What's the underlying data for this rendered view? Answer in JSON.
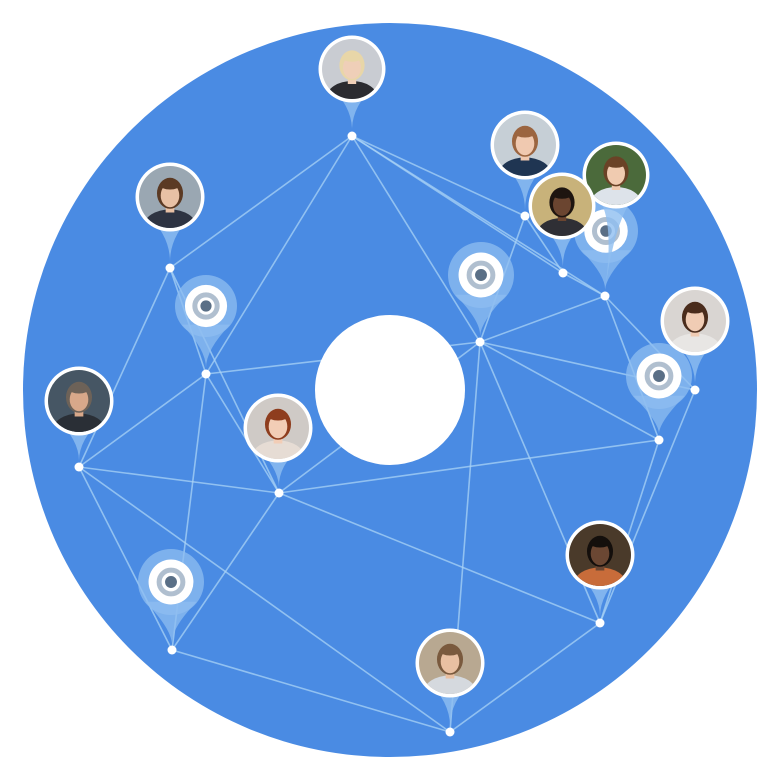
{
  "colors": {
    "disc": "#4a8be3",
    "line": "#a9d3f5",
    "node": "#ffffff",
    "pin_pale": "#8fbef0",
    "pin_ring": "#ffffff",
    "hole": "#ffffff"
  },
  "avatars": [
    {
      "id": "a1",
      "icon": "person-avatar-blonde-woman",
      "bg": "#c9ccd2",
      "skin": "#efcfb8",
      "hair": "#e8d6a8",
      "shirt": "#2b2b30"
    },
    {
      "id": "a2",
      "icon": "person-avatar-man-suit",
      "bg": "#9aa7b2",
      "skin": "#e8c1a5",
      "hair": "#5b3a24",
      "shirt": "#2e3442"
    },
    {
      "id": "a3",
      "icon": "person-avatar-woman-brown-hair",
      "bg": "#c6cfd6",
      "skin": "#f0c9b0",
      "hair": "#9b6540",
      "shirt": "#1f3552"
    },
    {
      "id": "a4",
      "icon": "person-avatar-man-beard",
      "bg": "#4b6a3b",
      "skin": "#f0cbb0",
      "hair": "#6a4226",
      "shirt": "#dde3ea"
    },
    {
      "id": "a5",
      "icon": "person-avatar-man-smiling",
      "bg": "#c8b27a",
      "skin": "#6b4530",
      "hair": "#1e1510",
      "shirt": "#2f2f35"
    },
    {
      "id": "a6",
      "icon": "person-avatar-woman-smiling",
      "bg": "#d9d5d2",
      "skin": "#f0ccb4",
      "hair": "#4a2c1c",
      "shirt": "#e8e6e4"
    },
    {
      "id": "a7",
      "icon": "person-avatar-older-man",
      "bg": "#465664",
      "skin": "#d8a88a",
      "hair": "#6d6258",
      "shirt": "#2a2f36"
    },
    {
      "id": "a8",
      "icon": "person-avatar-redhead-woman",
      "bg": "#cfcac6",
      "skin": "#f2cdb6",
      "hair": "#8e3d1e",
      "shirt": "#e6dcd4"
    },
    {
      "id": "a9",
      "icon": "person-avatar-woman-glasses",
      "bg": "#4a3a2a",
      "skin": "#6b4733",
      "hair": "#140f0c",
      "shirt": "#c86c3a"
    },
    {
      "id": "a10",
      "icon": "person-avatar-man-glasses",
      "bg": "#b8a891",
      "skin": "#e9c0a2",
      "hair": "#7a5a3e",
      "shirt": "#d5d9de"
    }
  ]
}
